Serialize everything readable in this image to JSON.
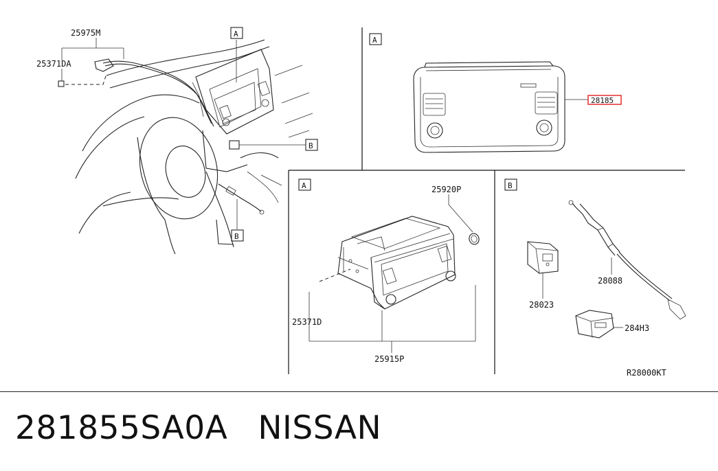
{
  "diagram": {
    "callouts": {
      "harness_main": "25975M",
      "bracket_left": "25371DA",
      "unit_box_label": "A",
      "usb_box_label": "B",
      "antenna_box_label": "B",
      "antenna_box_label_main": "B",
      "panel_a_upper": "A",
      "highlighted_part": "28185",
      "panel_a_lower": "A",
      "ring_part": "25920P",
      "bracket_part": "25371D",
      "audio_unit": "25915P",
      "panel_b": "B",
      "socket_part": "28023",
      "cable_part": "28088",
      "usb_part": "284H3",
      "diagram_code": "R28000KT"
    },
    "highlight_color": "#e02020"
  },
  "caption": {
    "part_number": "281855SA0A",
    "brand": "NISSAN"
  }
}
